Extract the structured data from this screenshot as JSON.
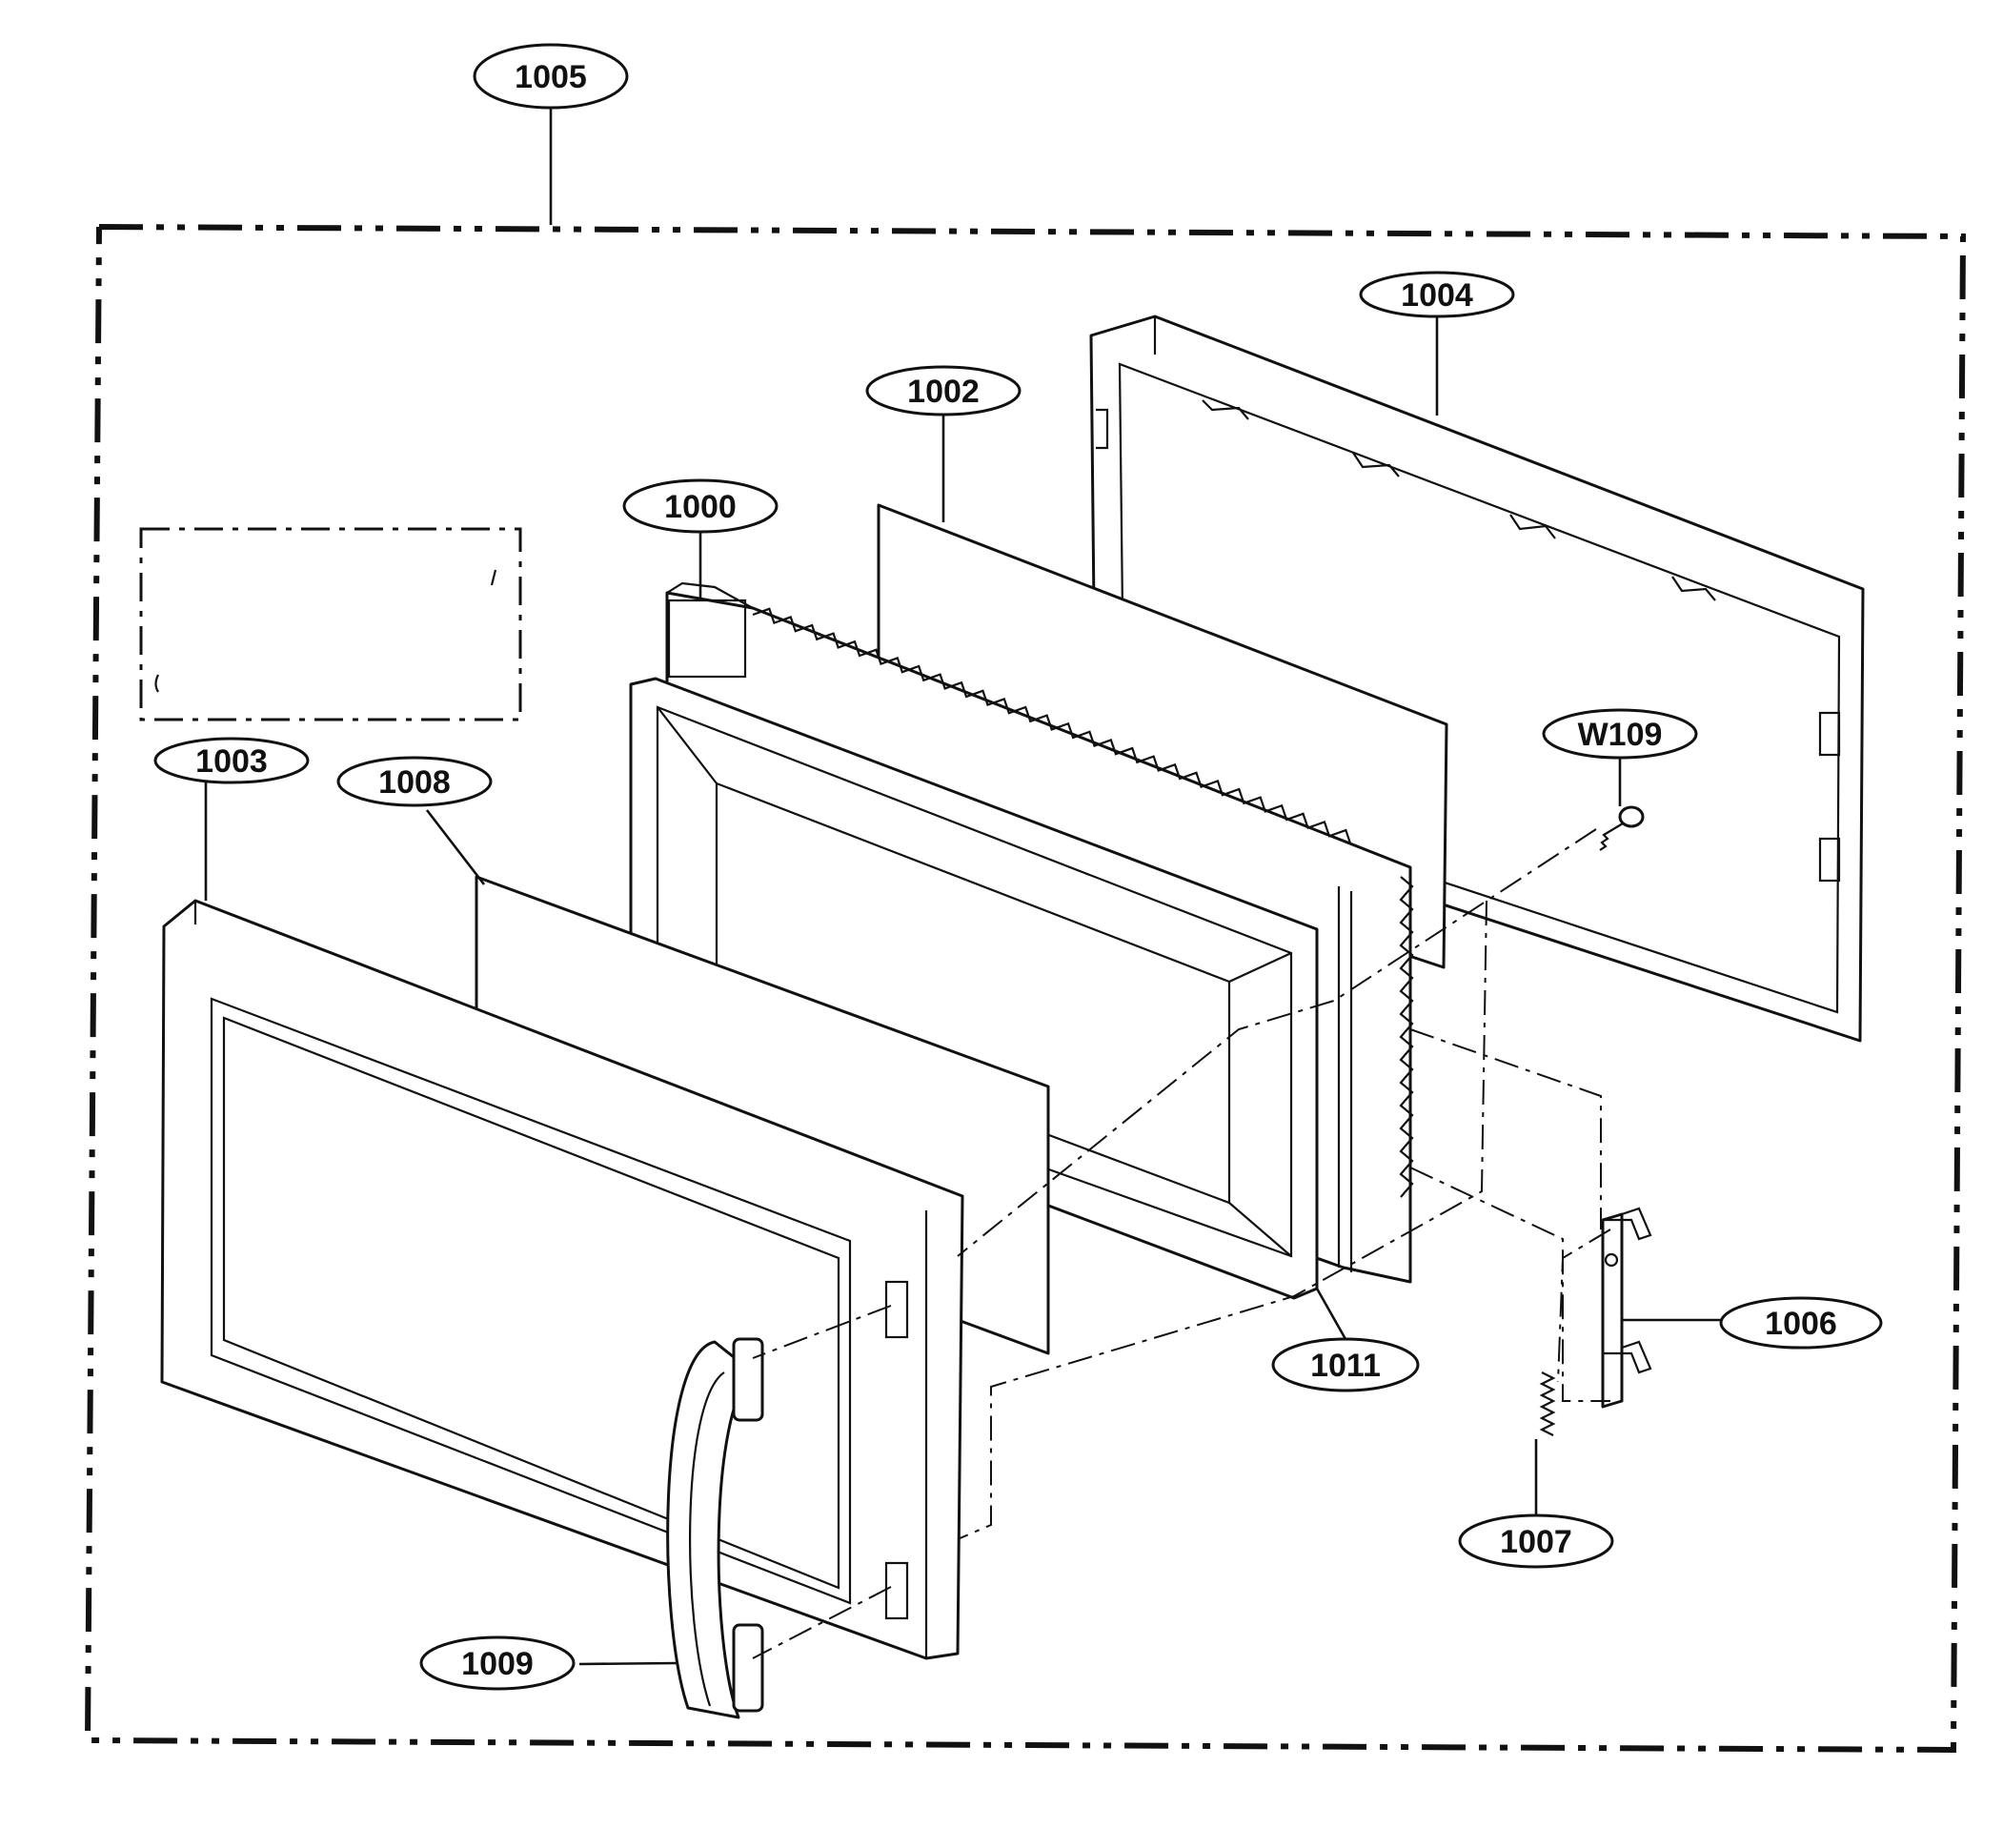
{
  "callouts": [
    {
      "id": "1000",
      "label": "1000"
    },
    {
      "id": "1002",
      "label": "1002"
    },
    {
      "id": "1003",
      "label": "1003"
    },
    {
      "id": "1004",
      "label": "1004"
    },
    {
      "id": "1005",
      "label": "1005"
    },
    {
      "id": "1006",
      "label": "1006"
    },
    {
      "id": "1007",
      "label": "1007"
    },
    {
      "id": "1008",
      "label": "1008"
    },
    {
      "id": "1009",
      "label": "1009"
    },
    {
      "id": "1011",
      "label": "1011"
    },
    {
      "id": "W109",
      "label": "W109"
    }
  ]
}
